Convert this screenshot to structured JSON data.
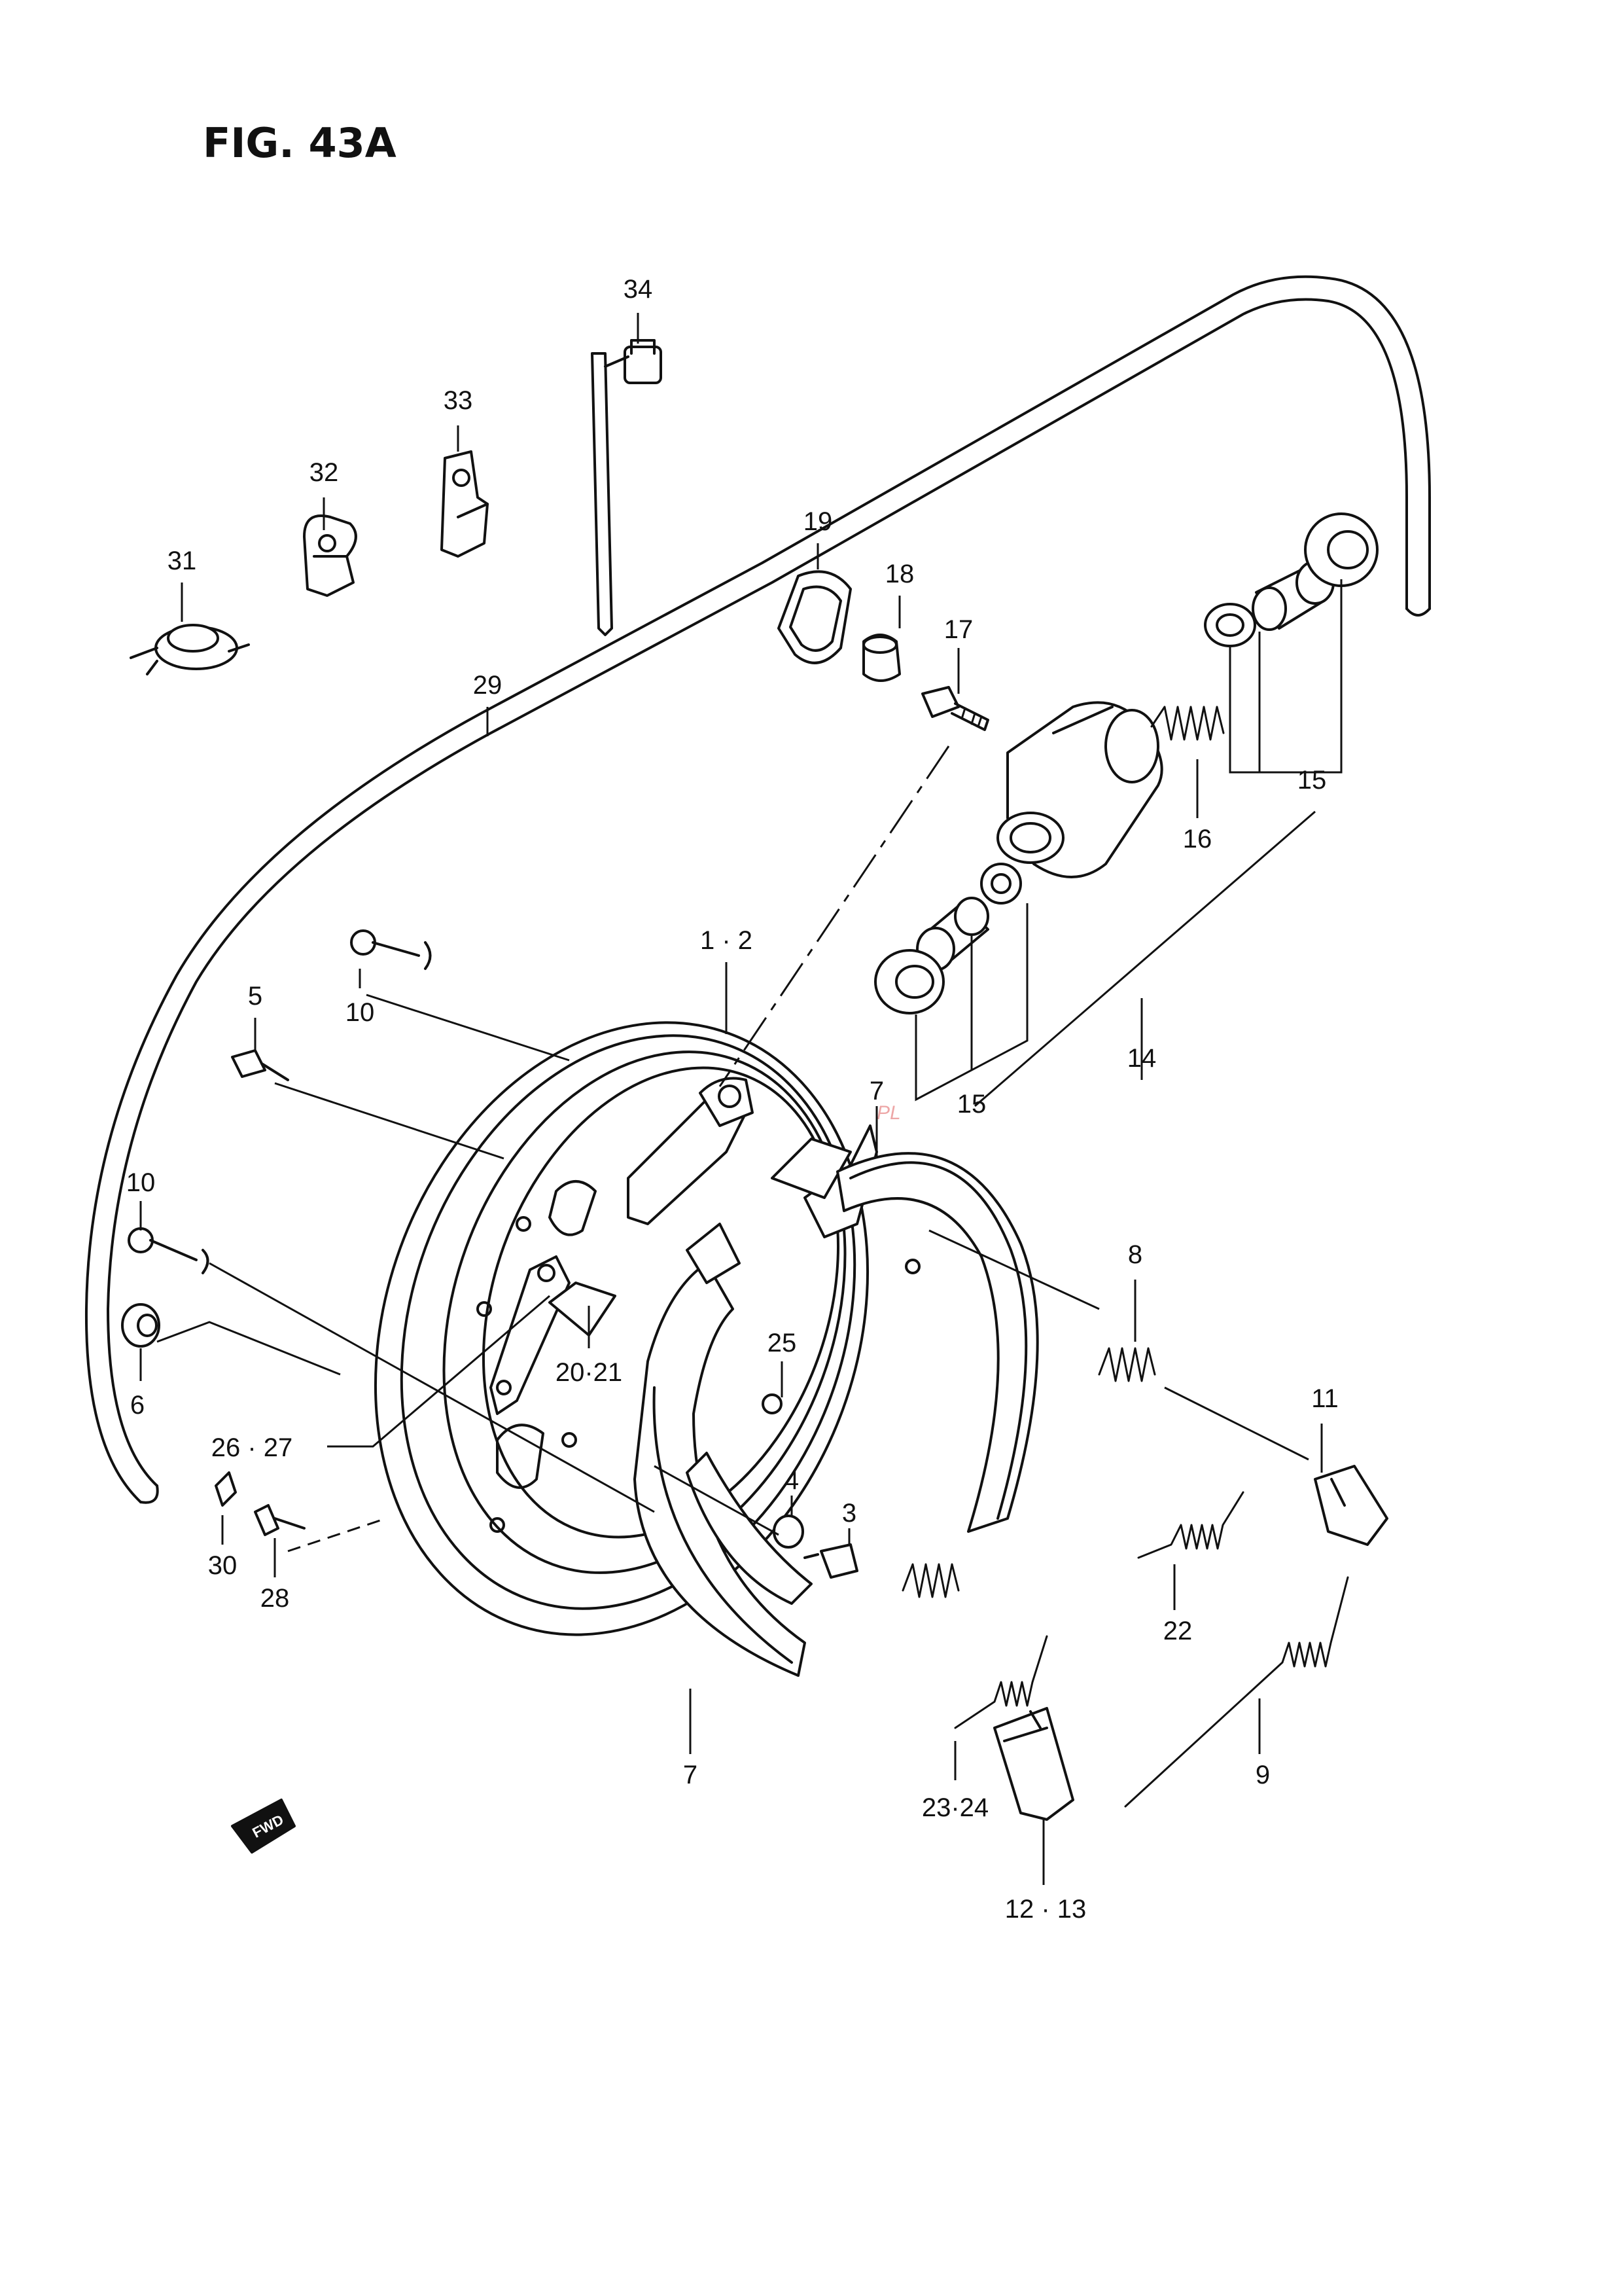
{
  "figure": {
    "title": "FIG. 43A"
  },
  "watermark": {
    "text": "PL"
  },
  "fwd_badge": {
    "label": "FWD"
  },
  "callouts": {
    "c34": "34",
    "c33": "33",
    "c32": "32",
    "c31": "31",
    "c29": "29",
    "c19": "19",
    "c18": "18",
    "c17": "17",
    "c16": "16",
    "c15_top": "15",
    "c15_bottom": "15",
    "c14": "14",
    "c1_2": "1 · 2",
    "c10_top": "10",
    "c10_left": "10",
    "c5": "5",
    "c6": "6",
    "c7_top": "7",
    "c7_bottom": "7",
    "c8": "8",
    "c20_21": "20·21",
    "c25": "25",
    "c26_27": "26 · 27",
    "c4": "4",
    "c3": "3",
    "c30": "30",
    "c28": "28",
    "c11": "11",
    "c22": "22",
    "c9": "9",
    "c23_24": "23·24",
    "c12_13": "12 · 13"
  }
}
